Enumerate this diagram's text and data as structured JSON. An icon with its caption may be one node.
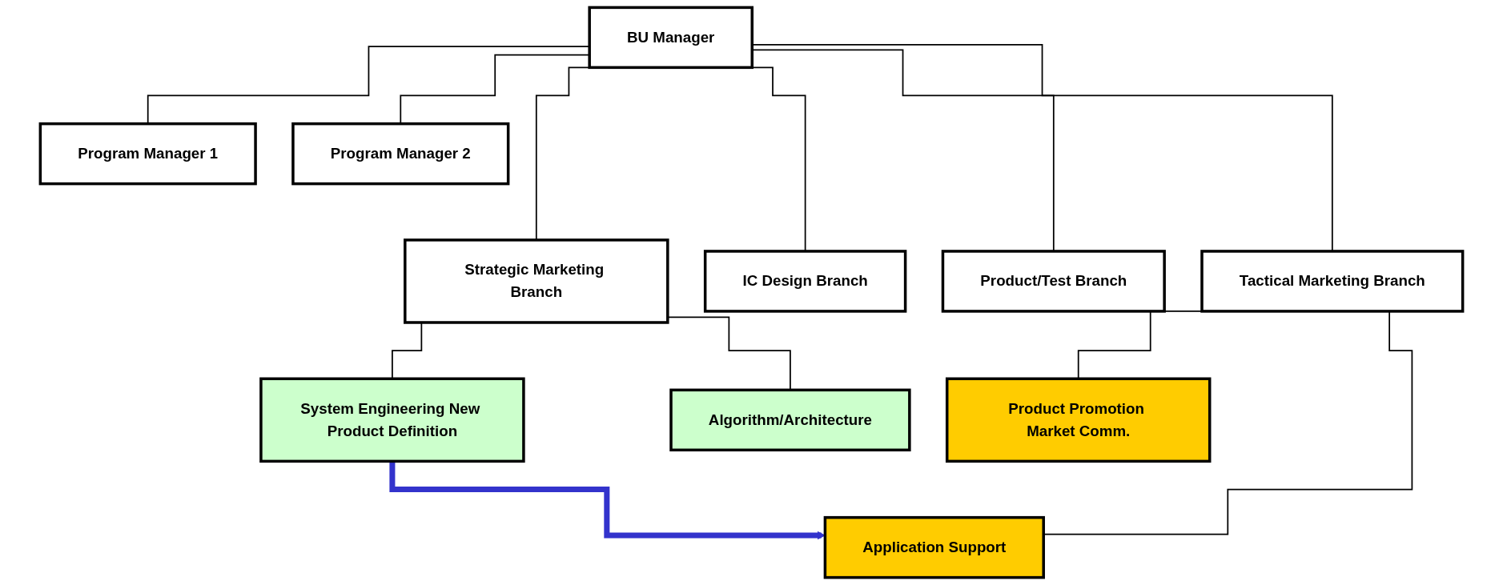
{
  "diagram": {
    "nodes": [
      {
        "text": [
          "BU Manager"
        ]
      },
      {
        "text": [
          "Program Manager 1"
        ]
      },
      {
        "text": [
          "Program Manager 2"
        ]
      },
      {
        "text": [
          "Strategic Marketing Branch"
        ]
      },
      {
        "text": [
          "IC Design Branch"
        ]
      },
      {
        "text": [
          "Product/Test Branch"
        ]
      },
      {
        "text": [
          "Tactical Marketing Branch"
        ]
      },
      {
        "text": [
          "System Engineering New Product Definition"
        ]
      },
      {
        "text": [
          "Algorithm/Architecture"
        ]
      },
      {
        "text": [
          "Product Promotion Market Comm."
        ]
      },
      {
        "text": [
          "Application Support"
        ]
      }
    ],
    "edges": [
      {
        "from": 0,
        "to": 1,
        "arrow": "none"
      },
      {
        "from": 0,
        "to": 2,
        "arrow": "none"
      },
      {
        "from": 0,
        "to": 3,
        "arrow": "none"
      },
      {
        "from": 0,
        "to": 4,
        "arrow": "none"
      },
      {
        "from": 0,
        "to": 5,
        "arrow": "none"
      },
      {
        "from": 0,
        "to": 6,
        "arrow": "none"
      },
      {
        "from": 3,
        "to": 7,
        "arrow": "none"
      },
      {
        "from": 3,
        "to": 8,
        "arrow": "none"
      },
      {
        "from": 6,
        "to": 9,
        "arrow": "none"
      },
      {
        "from": 6,
        "to": 10,
        "arrow": "none"
      },
      {
        "from": 7,
        "to": 10,
        "arrow": "to",
        "style": "thick",
        "color": "#3333cc"
      }
    ]
  }
}
